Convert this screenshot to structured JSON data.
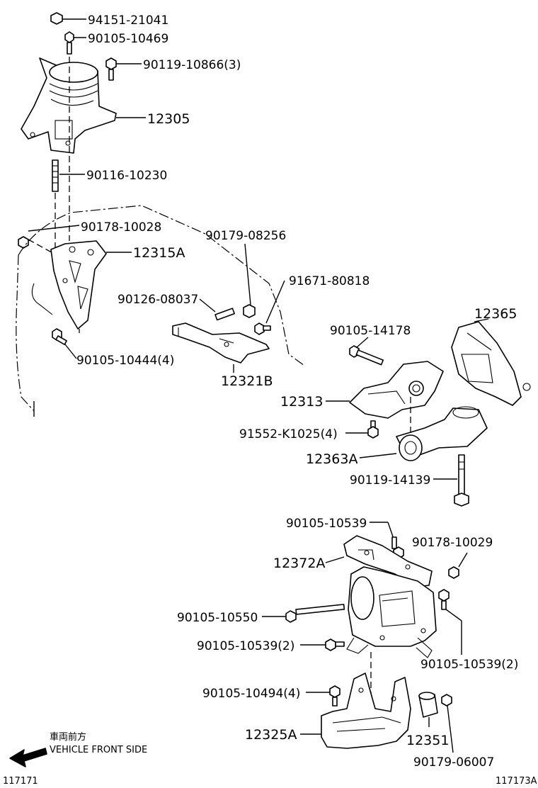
{
  "labels": {
    "p94151": "94151-21041",
    "p90105_10469": "90105-10469",
    "p90119_10866": "90119-10866(3)",
    "p12305": "12305",
    "p90116": "90116-10230",
    "p90178_10028": "90178-10028",
    "p12315A": "12315A",
    "p90179_08256": "90179-08256",
    "p91671": "91671-80818",
    "p90126": "90126-08037",
    "p90105_10444": "90105-10444(4)",
    "p12321B": "12321B",
    "p12365": "12365",
    "p90105_14178": "90105-14178",
    "p12313": "12313",
    "p91552": "91552-K1025(4)",
    "p12363A": "12363A",
    "p90119_14139": "90119-14139",
    "p90105_10539": "90105-10539",
    "p90178_10029": "90178-10029",
    "p12372A": "12372A",
    "p90105_10550": "90105-10550",
    "p90105_10539_2a": "90105-10539(2)",
    "p90105_10539_2b": "90105-10539(2)",
    "p90105_10494": "90105-10494(4)",
    "p12325A": "12325A",
    "p12351": "12351",
    "p90179_06007": "90179-06007"
  },
  "front_indicator": {
    "japanese": "車両前方",
    "english": "VEHICLE FRONT SIDE"
  },
  "footer": {
    "left_code": "117171",
    "right_code": "117173A"
  }
}
